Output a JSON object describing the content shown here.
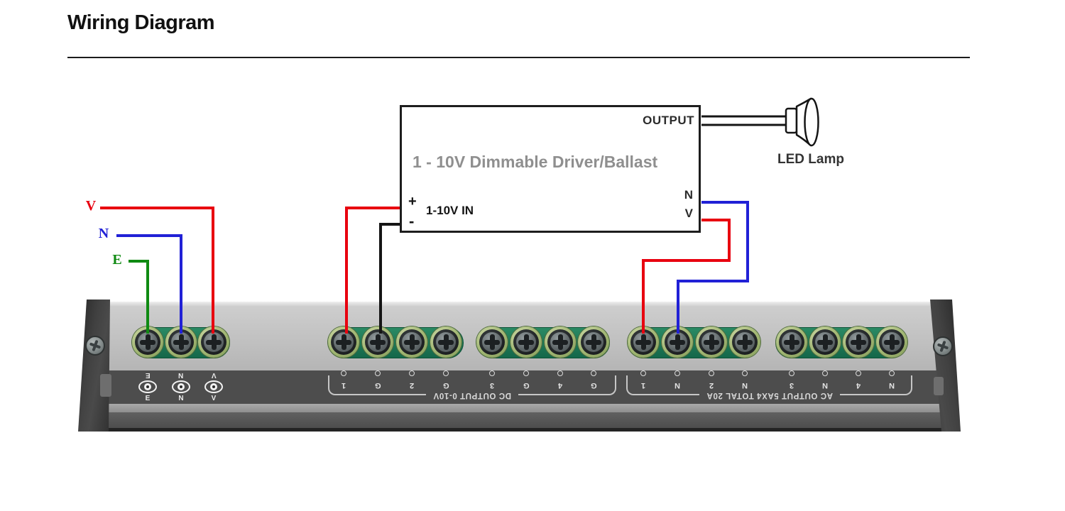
{
  "title": "Wiring Diagram",
  "driver_box": {
    "output_label": "OUTPUT",
    "name": "1 - 10V Dimmable Driver/Ballast",
    "plus": "+",
    "minus": "-",
    "dim_input_label": "1-10V IN",
    "neutral_label": "N",
    "live_label": "V"
  },
  "lamp": {
    "icon": "mr16-led-lamp-icon",
    "label": "LED Lamp"
  },
  "mains": {
    "live": {
      "label": "V",
      "color": "#e8000f"
    },
    "neutral": {
      "label": "N",
      "color": "#2121d6"
    },
    "earth": {
      "label": "E",
      "color": "#0f8a12"
    }
  },
  "device": {
    "input_terminal_letters": [
      "E",
      "N",
      "V"
    ],
    "dc_section": {
      "title": "DC OUTPUT 0-10V",
      "terminal_labels": [
        "1",
        "G",
        "2",
        "G",
        "3",
        "G",
        "4",
        "G"
      ]
    },
    "ac_section": {
      "title": "AC OUTPUT 5AX4 TOTAL 20A",
      "terminal_labels": [
        "1",
        "N",
        "2",
        "N",
        "3",
        "N",
        "4",
        "N"
      ]
    }
  },
  "wire_colors": {
    "live": "#e8000f",
    "neutral": "#2121d6",
    "earth": "#0f8a12",
    "signal_plus": "#e8000f",
    "signal_minus": "#151515",
    "output": "#151515"
  }
}
